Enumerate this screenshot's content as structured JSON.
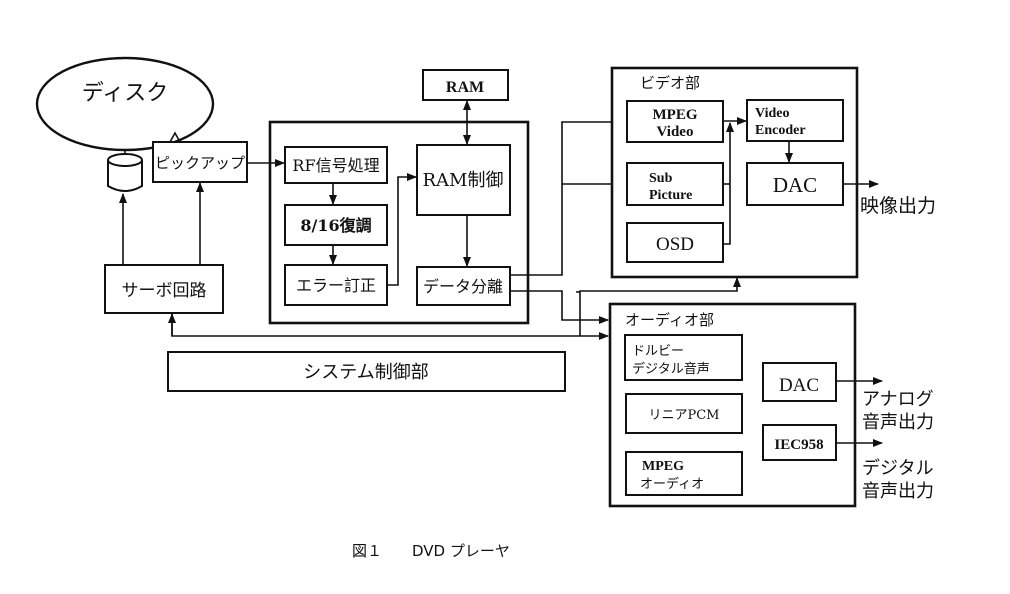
{
  "figure": {
    "caption_number": "図１",
    "caption_title": "DVD プレーヤ"
  },
  "nodes": {
    "disc": "ディスク",
    "pickup": "ピックアップ",
    "servo": "サーボ回路",
    "rf": "RF信号処理",
    "demod": "8/16復調",
    "ecc": "エラー訂正",
    "ram": "RAM",
    "ram_ctrl": "RAM制御",
    "data_sep": "データ分離",
    "system_ctrl": "システム制御部"
  },
  "video": {
    "title": "ビデオ部",
    "mpeg_line1": "MPEG",
    "mpeg_line2": "Video",
    "sub_line1": "Sub",
    "sub_line2": "Picture",
    "osd": "OSD",
    "enc_line1": "Video",
    "enc_line2": "Encoder",
    "dac": "DAC",
    "output": "映像出力"
  },
  "audio": {
    "title": "オーディオ部",
    "dolby_line1": "ドルビー",
    "dolby_line2": "デジタル音声",
    "lpcm": "リニアPCM",
    "mpeg_line1": "MPEG",
    "mpeg_line2": "オーディオ",
    "dac": "DAC",
    "iec": "IEC958",
    "analog_out_line1": "アナログ",
    "analog_out_line2": "音声出力",
    "digital_out_line1": "デジタル",
    "digital_out_line2": "音声出力"
  }
}
